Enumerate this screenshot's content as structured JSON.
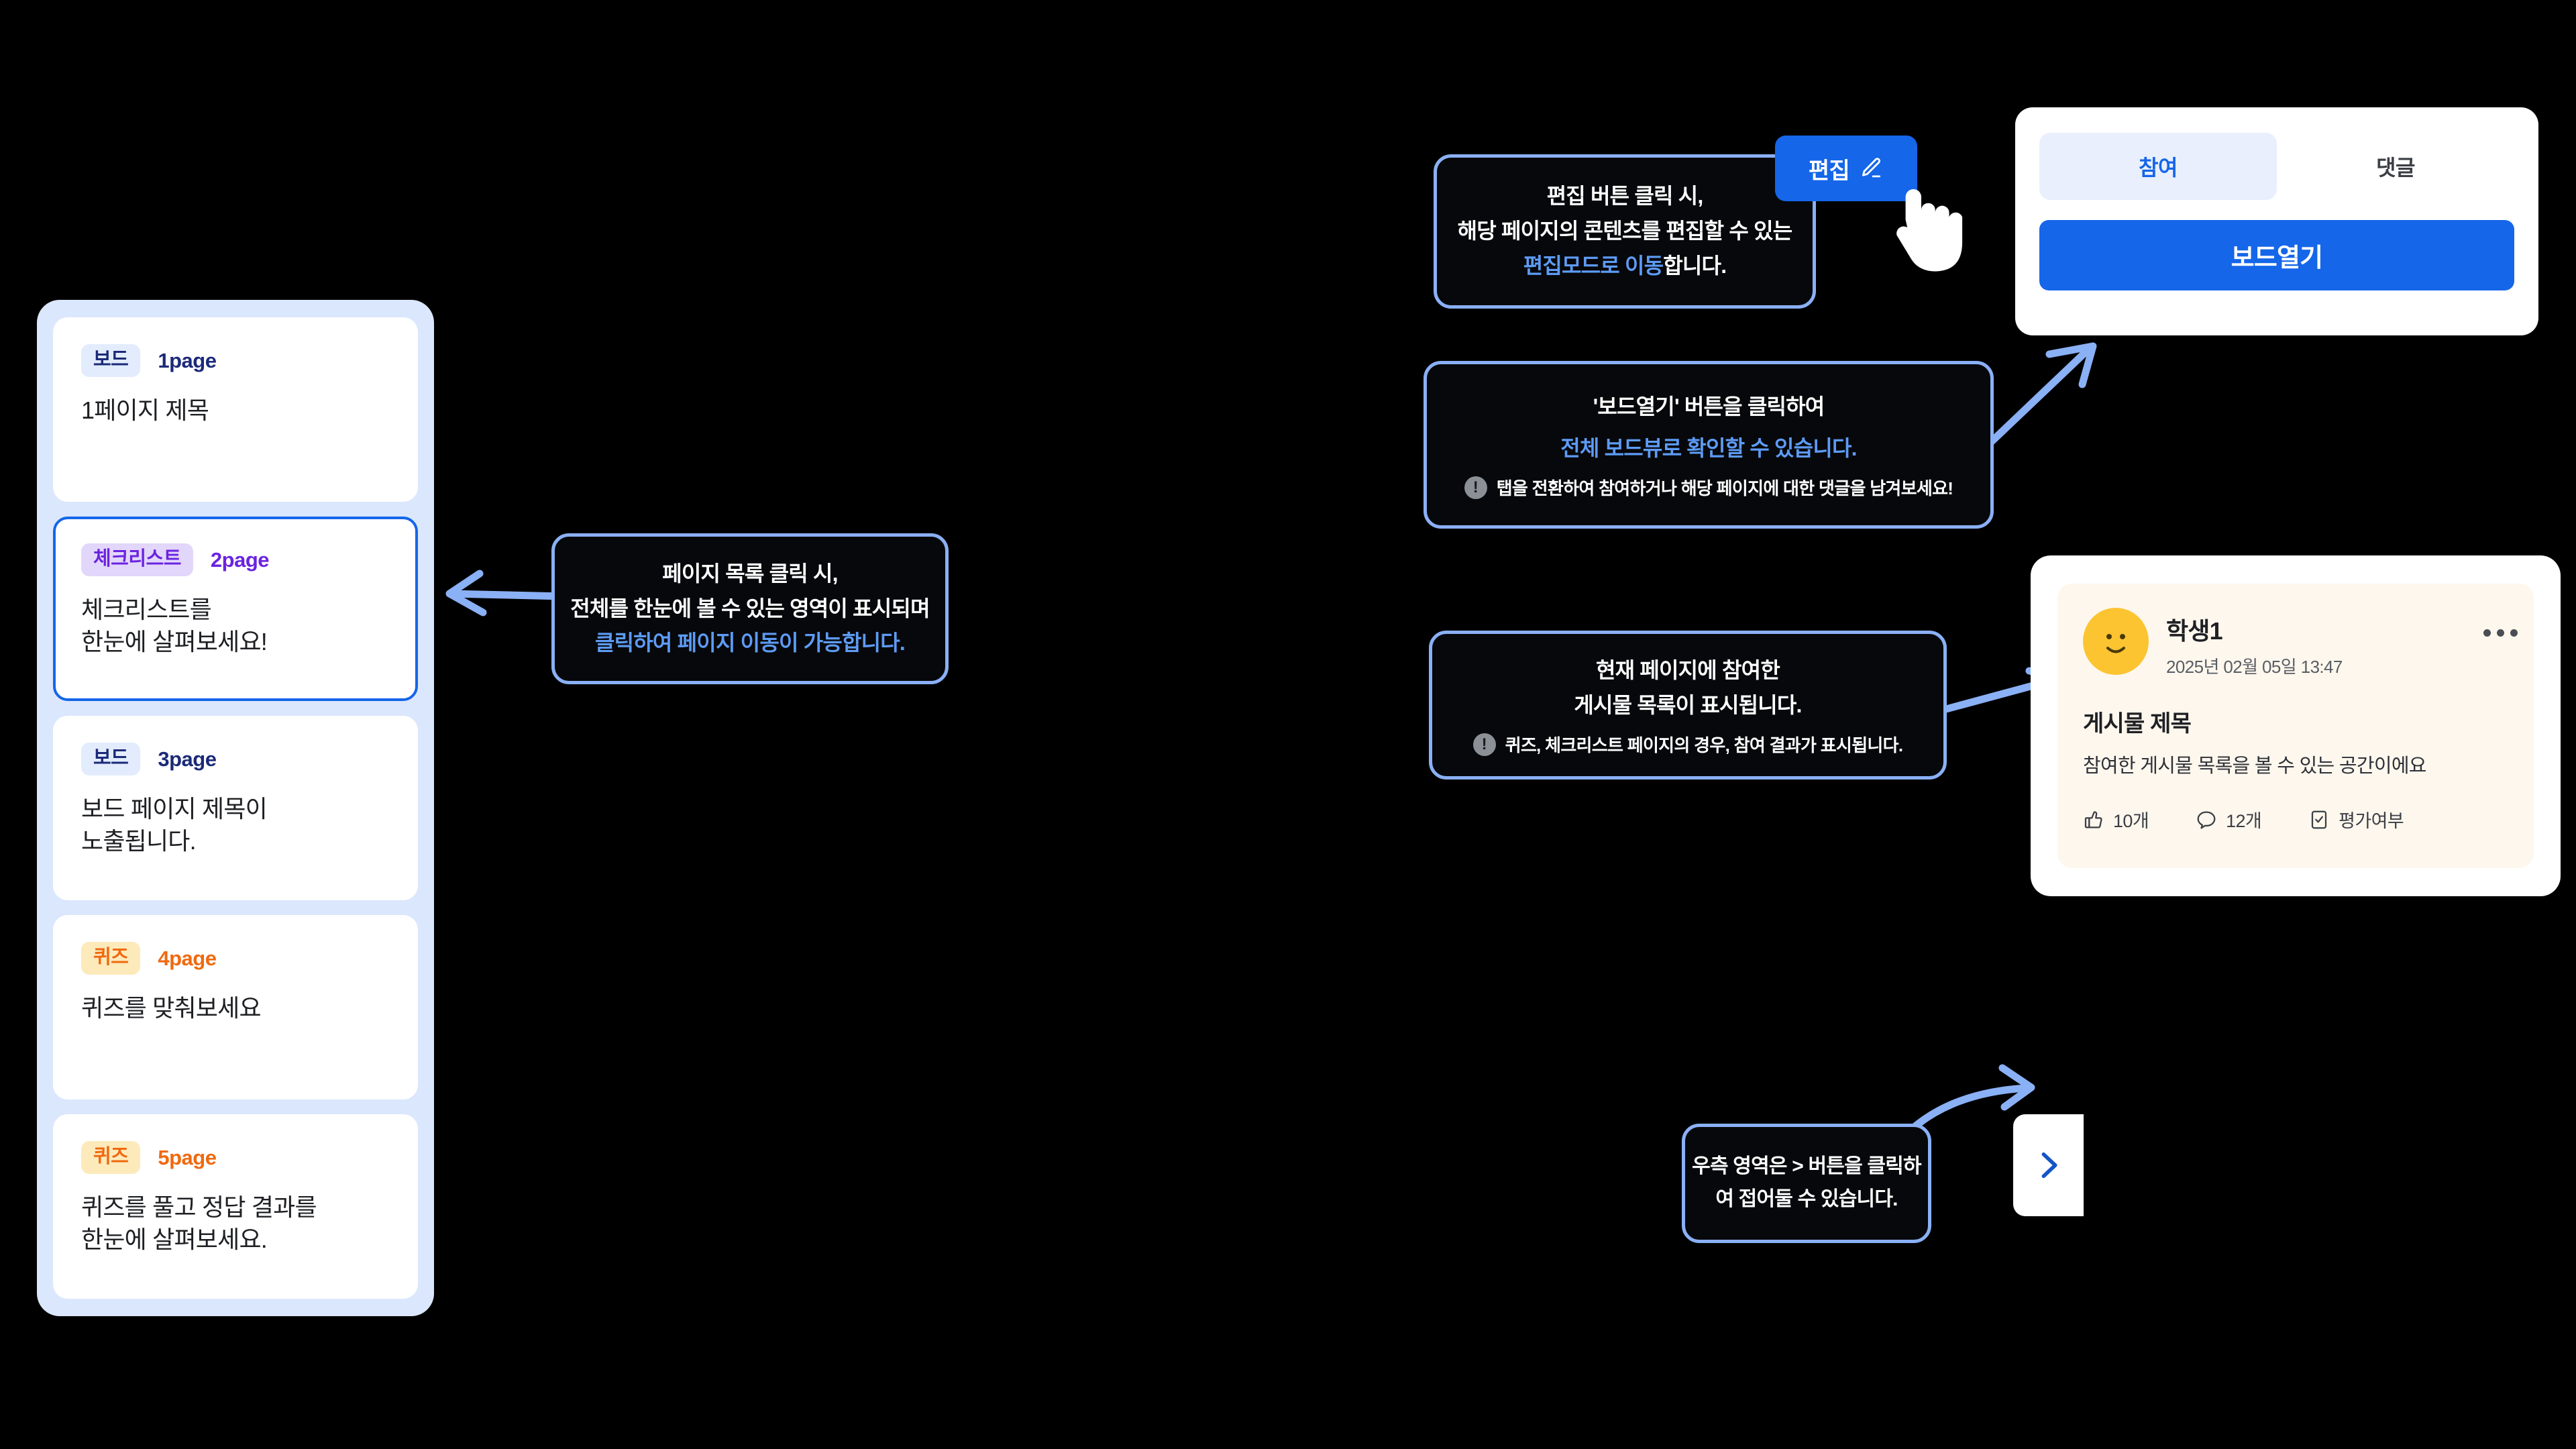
{
  "page_list": {
    "items": [
      {
        "badge": "보드",
        "badge_type": "board",
        "page": "1page",
        "title": "1페이지 제목",
        "selected": false
      },
      {
        "badge": "체크리스트",
        "badge_type": "checklist",
        "page": "2page",
        "title": "체크리스트를\n한눈에 살펴보세요!",
        "selected": true
      },
      {
        "badge": "보드",
        "badge_type": "board",
        "page": "3page",
        "title": "보드 페이지 제목이\n노출됩니다.",
        "selected": false
      },
      {
        "badge": "퀴즈",
        "badge_type": "quiz",
        "page": "4page",
        "title": "퀴즈를 맞춰보세요",
        "selected": false
      },
      {
        "badge": "퀴즈",
        "badge_type": "quiz",
        "page": "5page",
        "title": "퀴즈를 풀고 정답 결과를\n한눈에 살펴보세요.",
        "selected": false
      }
    ]
  },
  "callouts": {
    "page_list": {
      "line1": "페이지 목록 클릭 시,",
      "line2": "전체를 한눈에 볼 수 있는 영역이 표시되며",
      "line3": "클릭하여 페이지 이동이 가능합니다."
    },
    "edit_button": {
      "line1": "편집 버튼 클릭 시,",
      "line2": "해당 페이지의 콘텐츠를 편집할 수 있는",
      "line3_accent": "편집모드로 이동",
      "line3_rest": "합니다."
    },
    "board_open": {
      "line1": "'보드열기' 버튼을 클릭하여",
      "line2": "전체 보드뷰로 확인할 수 있습니다.",
      "note_icon": "exclamation-icon",
      "note": "탭을 전환하여 참여하거나 해당 페이지에 대한 댓글을 남겨보세요!"
    },
    "post_list": {
      "line1": "현재 페이지에 참여한",
      "line2": "게시물 목록이 표시됩니다.",
      "note_icon": "exclamation-icon",
      "note": "퀴즈, 체크리스트 페이지의 경우, 참여 결과가 표시됩니다."
    },
    "collapse": {
      "line1": "우측 영역은 > 버튼을 클릭하",
      "line2": "여 접어둘 수 있습니다."
    }
  },
  "edit_button": {
    "label": "편집",
    "icon": "pencil-icon"
  },
  "cursor": {
    "icon": "hand-pointer-cursor"
  },
  "tabs_panel": {
    "tabs": [
      {
        "label": "참여",
        "active": true
      },
      {
        "label": "댓글",
        "active": false
      }
    ],
    "board_open_label": "보드열기"
  },
  "post": {
    "avatar_icon": "smiley-avatar",
    "author": "학생1",
    "date": "2025년 02월 05일 13:47",
    "more_icon": "more-horizontal-icon",
    "title": "게시물 제목",
    "body": "참여한 게시물 목록을 볼 수 있는 공간이에요",
    "stats": [
      {
        "icon": "thumbs-up-icon",
        "label": "10개"
      },
      {
        "icon": "comment-icon",
        "label": "12개"
      },
      {
        "icon": "check-square-icon",
        "label": "평가여부"
      }
    ]
  },
  "collapse_button": {
    "icon": "chevron-right-icon"
  },
  "colors": {
    "background": "#000000",
    "panel_blue": "#dbe7fd",
    "accent_blue": "#1566e8",
    "callout_border": "#8ab0f5",
    "callout_text_accent": "#5d9bf5",
    "arrow_blue": "#8ab0f5",
    "badge_board_bg": "#e2ecfd",
    "badge_board_fg": "#1b2a78",
    "badge_checklist_bg": "#e2d6fb",
    "badge_checklist_fg": "#6b23e0",
    "badge_quiz_bg": "#fdeabb",
    "badge_quiz_fg": "#f0690f",
    "post_card_bg": "#fdf7ed",
    "avatar_yellow": "#fdc431"
  }
}
